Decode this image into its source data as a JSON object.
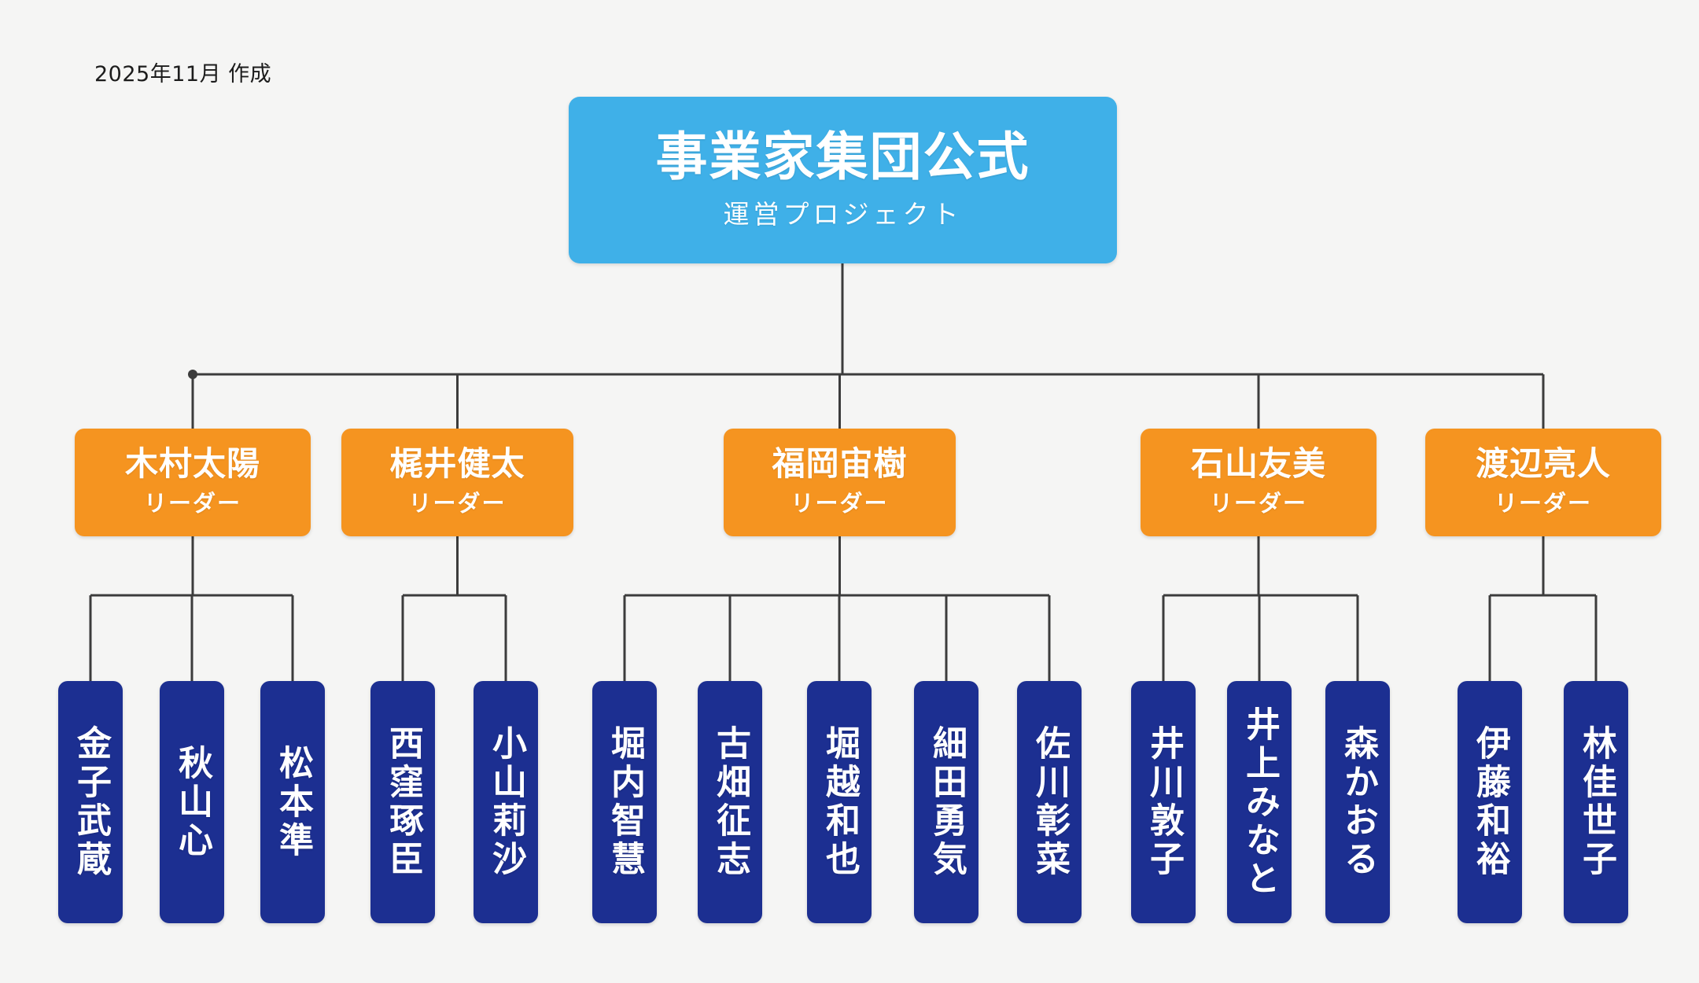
{
  "meta": {
    "date_caption": "2025年11月 作成"
  },
  "colors": {
    "background": "#f5f5f4",
    "root_box": "#3fb0e8",
    "leader_box": "#f59420",
    "member_box": "#1c2f91",
    "connector_line": "#3c3c3c",
    "text_on_box": "#ffffff",
    "caption_text": "#1c1c1c"
  },
  "root": {
    "title": "事業家集団公式",
    "subtitle": "運営プロジェクト"
  },
  "groups": [
    {
      "leader": {
        "name": "木村太陽",
        "role": "リーダー"
      },
      "members": [
        {
          "name": "金子武蔵"
        },
        {
          "name": "秋山心"
        },
        {
          "name": "松本準"
        }
      ]
    },
    {
      "leader": {
        "name": "梶井健太",
        "role": "リーダー"
      },
      "members": [
        {
          "name": "西窪琢臣"
        },
        {
          "name": "小山莉沙"
        }
      ]
    },
    {
      "leader": {
        "name": "福岡宙樹",
        "role": "リーダー"
      },
      "members": [
        {
          "name": "堀内智慧"
        },
        {
          "name": "古畑征志"
        },
        {
          "name": "堀越和也"
        },
        {
          "name": "細田勇気"
        },
        {
          "name": "佐川彰菜"
        }
      ]
    },
    {
      "leader": {
        "name": "石山友美",
        "role": "リーダー"
      },
      "members": [
        {
          "name": "井川敦子"
        },
        {
          "name": "井上みなと"
        },
        {
          "name": "森かおる"
        }
      ]
    },
    {
      "leader": {
        "name": "渡辺亮人",
        "role": "リーダー"
      },
      "members": [
        {
          "name": "伊藤和裕"
        },
        {
          "name": "林佳世子"
        }
      ]
    }
  ]
}
